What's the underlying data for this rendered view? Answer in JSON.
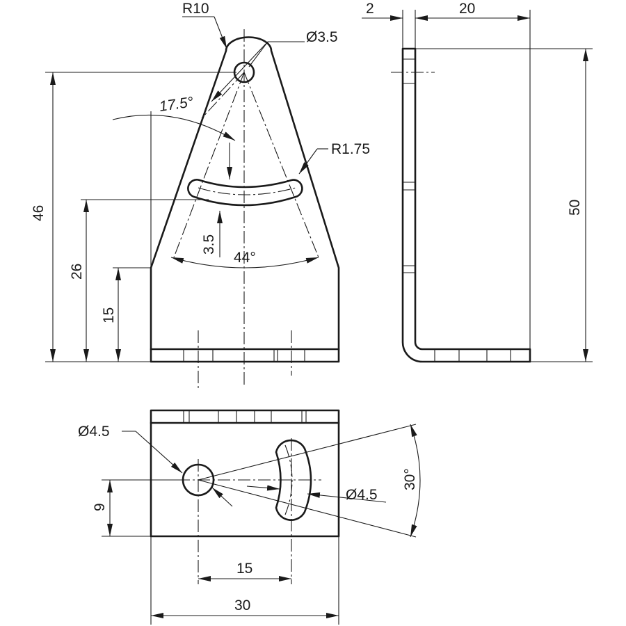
{
  "drawing": {
    "front_view": {
      "dimensions": {
        "radius_top": "R10",
        "hole_top": "Ø3.5",
        "angle_offset": "17.5°",
        "slot_radius": "R1.75",
        "height_total": "46",
        "height_slot": "26",
        "height_body": "15",
        "slot_width": "3.5",
        "angle_spread": "44°"
      }
    },
    "side_view": {
      "dimensions": {
        "thickness": "2",
        "depth": "20",
        "height": "50"
      }
    },
    "top_view": {
      "dimensions": {
        "hole": "Ø4.5",
        "slot": "Ø4.5",
        "angle_slot": "30°",
        "offset_y": "9",
        "hole_spacing": "15",
        "width": "30"
      }
    }
  }
}
